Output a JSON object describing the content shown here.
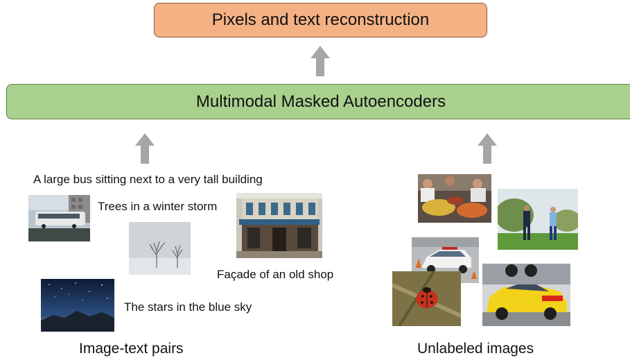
{
  "diagram": {
    "output_label": "Pixels and text reconstruction",
    "model_label": "Multimodal Masked Autoencoders",
    "left_group": {
      "label": "Image-text pairs",
      "captions": [
        "A large bus sitting next to a very tall building",
        "Trees in a winter storm",
        "Façade of an old shop",
        "The stars in the blue sky"
      ]
    },
    "right_group": {
      "label": "Unlabeled images"
    },
    "colors": {
      "output_box": "#f4b183",
      "model_box": "#a9d18e",
      "arrow": "#a6a6a6"
    }
  }
}
